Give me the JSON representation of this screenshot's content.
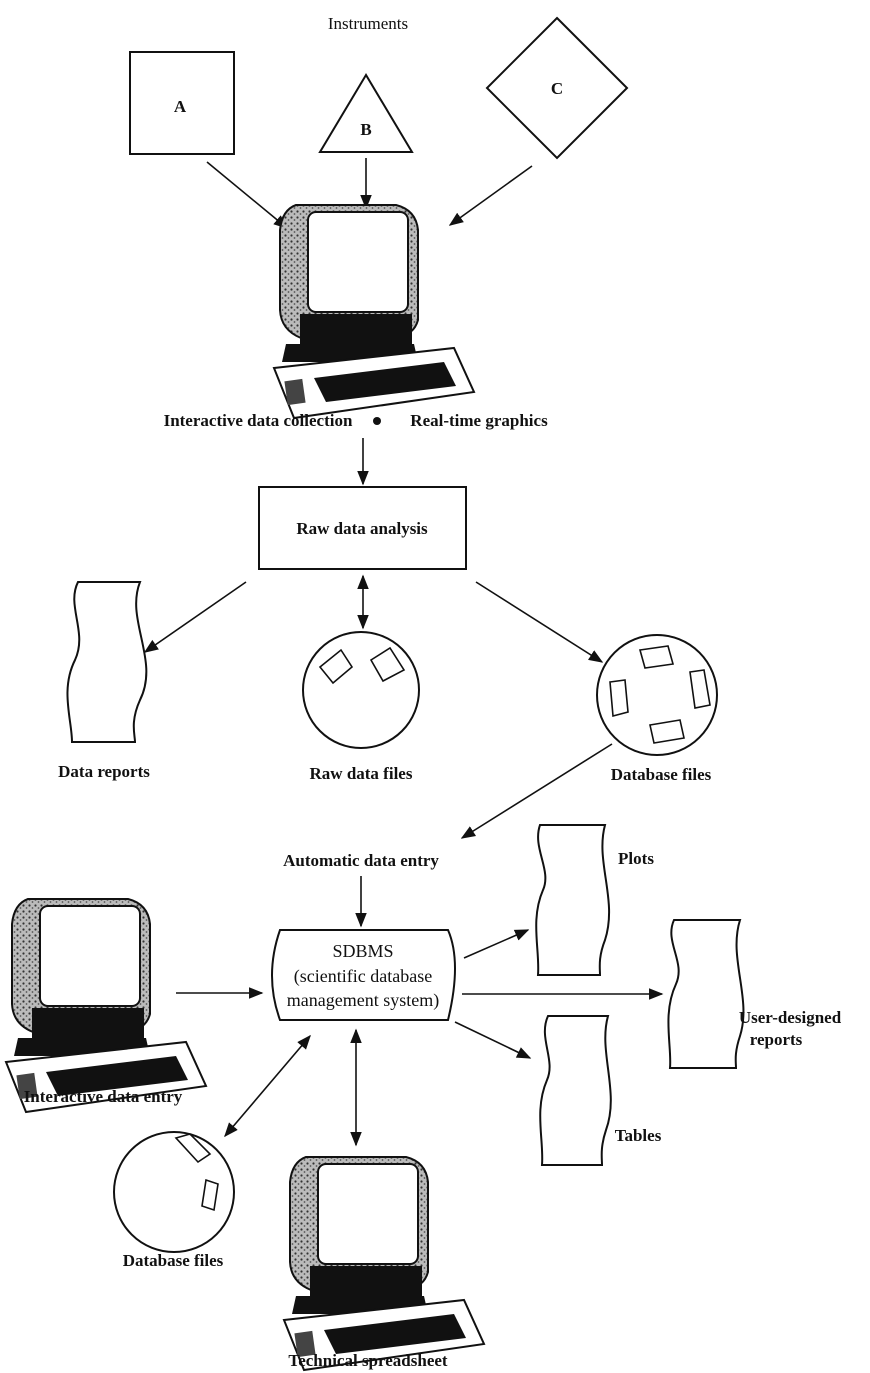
{
  "title": "Instruments",
  "instruments": {
    "a": "A",
    "b": "B",
    "c": "C"
  },
  "collection": {
    "left": "Interactive data collection",
    "right": "Real-time graphics"
  },
  "raw_box": "Raw data analysis",
  "outputs": {
    "reports": "Data reports",
    "raw_files": "Raw data files",
    "db_files": "Database files"
  },
  "auto_entry": "Automatic data entry",
  "sdbms": {
    "line1": "SDBMS",
    "line2": "(scientific database",
    "line3": "management system)"
  },
  "plots": "Plots",
  "user_reports": {
    "line1": "User-designed",
    "line2": "reports"
  },
  "tables": "Tables",
  "interactive_entry": "Interactive data entry",
  "db_files_bottom": "Database files",
  "spreadsheet": "Technical spreadsheet"
}
